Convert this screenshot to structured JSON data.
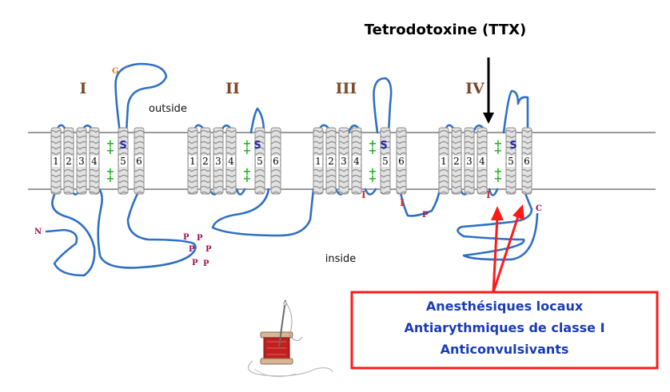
{
  "toxin": "Tetrodotoxine (TTX)",
  "domains": [
    "I",
    "II",
    "III",
    "IV"
  ],
  "segments": [
    "1",
    "2",
    "3",
    "4",
    "5",
    "6"
  ],
  "regions": {
    "outside": "outside",
    "inside": "inside"
  },
  "residues": {
    "glyco": "G",
    "serine": "S",
    "ifm": "I",
    "phospho": "P",
    "n_term": "N",
    "c_term": "C",
    "charge": "+"
  },
  "drug_classes": [
    "Anesthésiques locaux",
    "Antiarythmiques de classe I",
    "Anticonvulsivants"
  ],
  "colors": {
    "chain": "#2f6fc4",
    "membrane": "#7a7a7a",
    "helix": "#c8c8c8",
    "plus": "#22b422",
    "serine": "#2a2aa0",
    "ifm": "#d03030",
    "phospho": "#a01050",
    "box_border": "#ff1a1a",
    "box_text": "#1a3cb4",
    "domain_label": "#7a4a2a"
  }
}
